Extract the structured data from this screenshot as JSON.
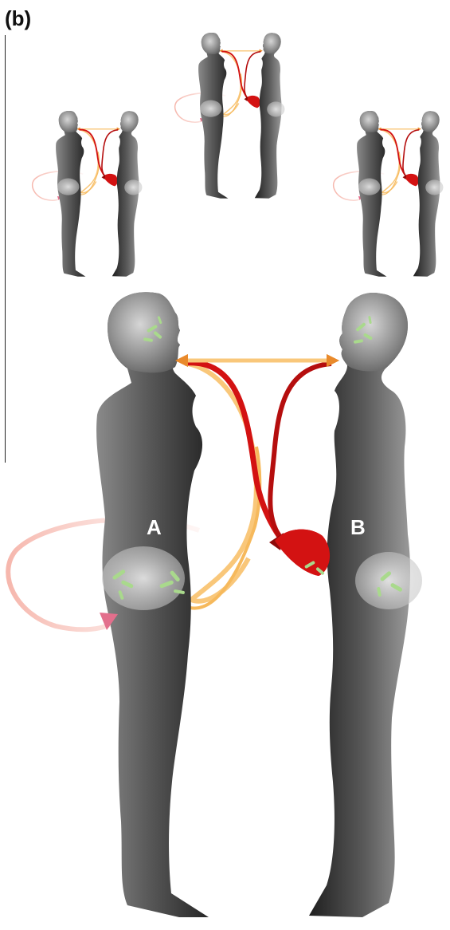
{
  "panel": {
    "label": "(b)"
  },
  "people": {
    "a_label": "A",
    "b_label": "B"
  },
  "colors": {
    "body_dark": "#2e2e2e",
    "body_mid": "#6e6e6e",
    "body_light": "#b7b7b7",
    "red_path": "#d31212",
    "dark_red": "#a80b0b",
    "orange_path": "#f9c77a",
    "pink_loop": "#f7c3bd",
    "pink_arrow": "#e36f8c",
    "bacteria": "#a9d98c"
  }
}
